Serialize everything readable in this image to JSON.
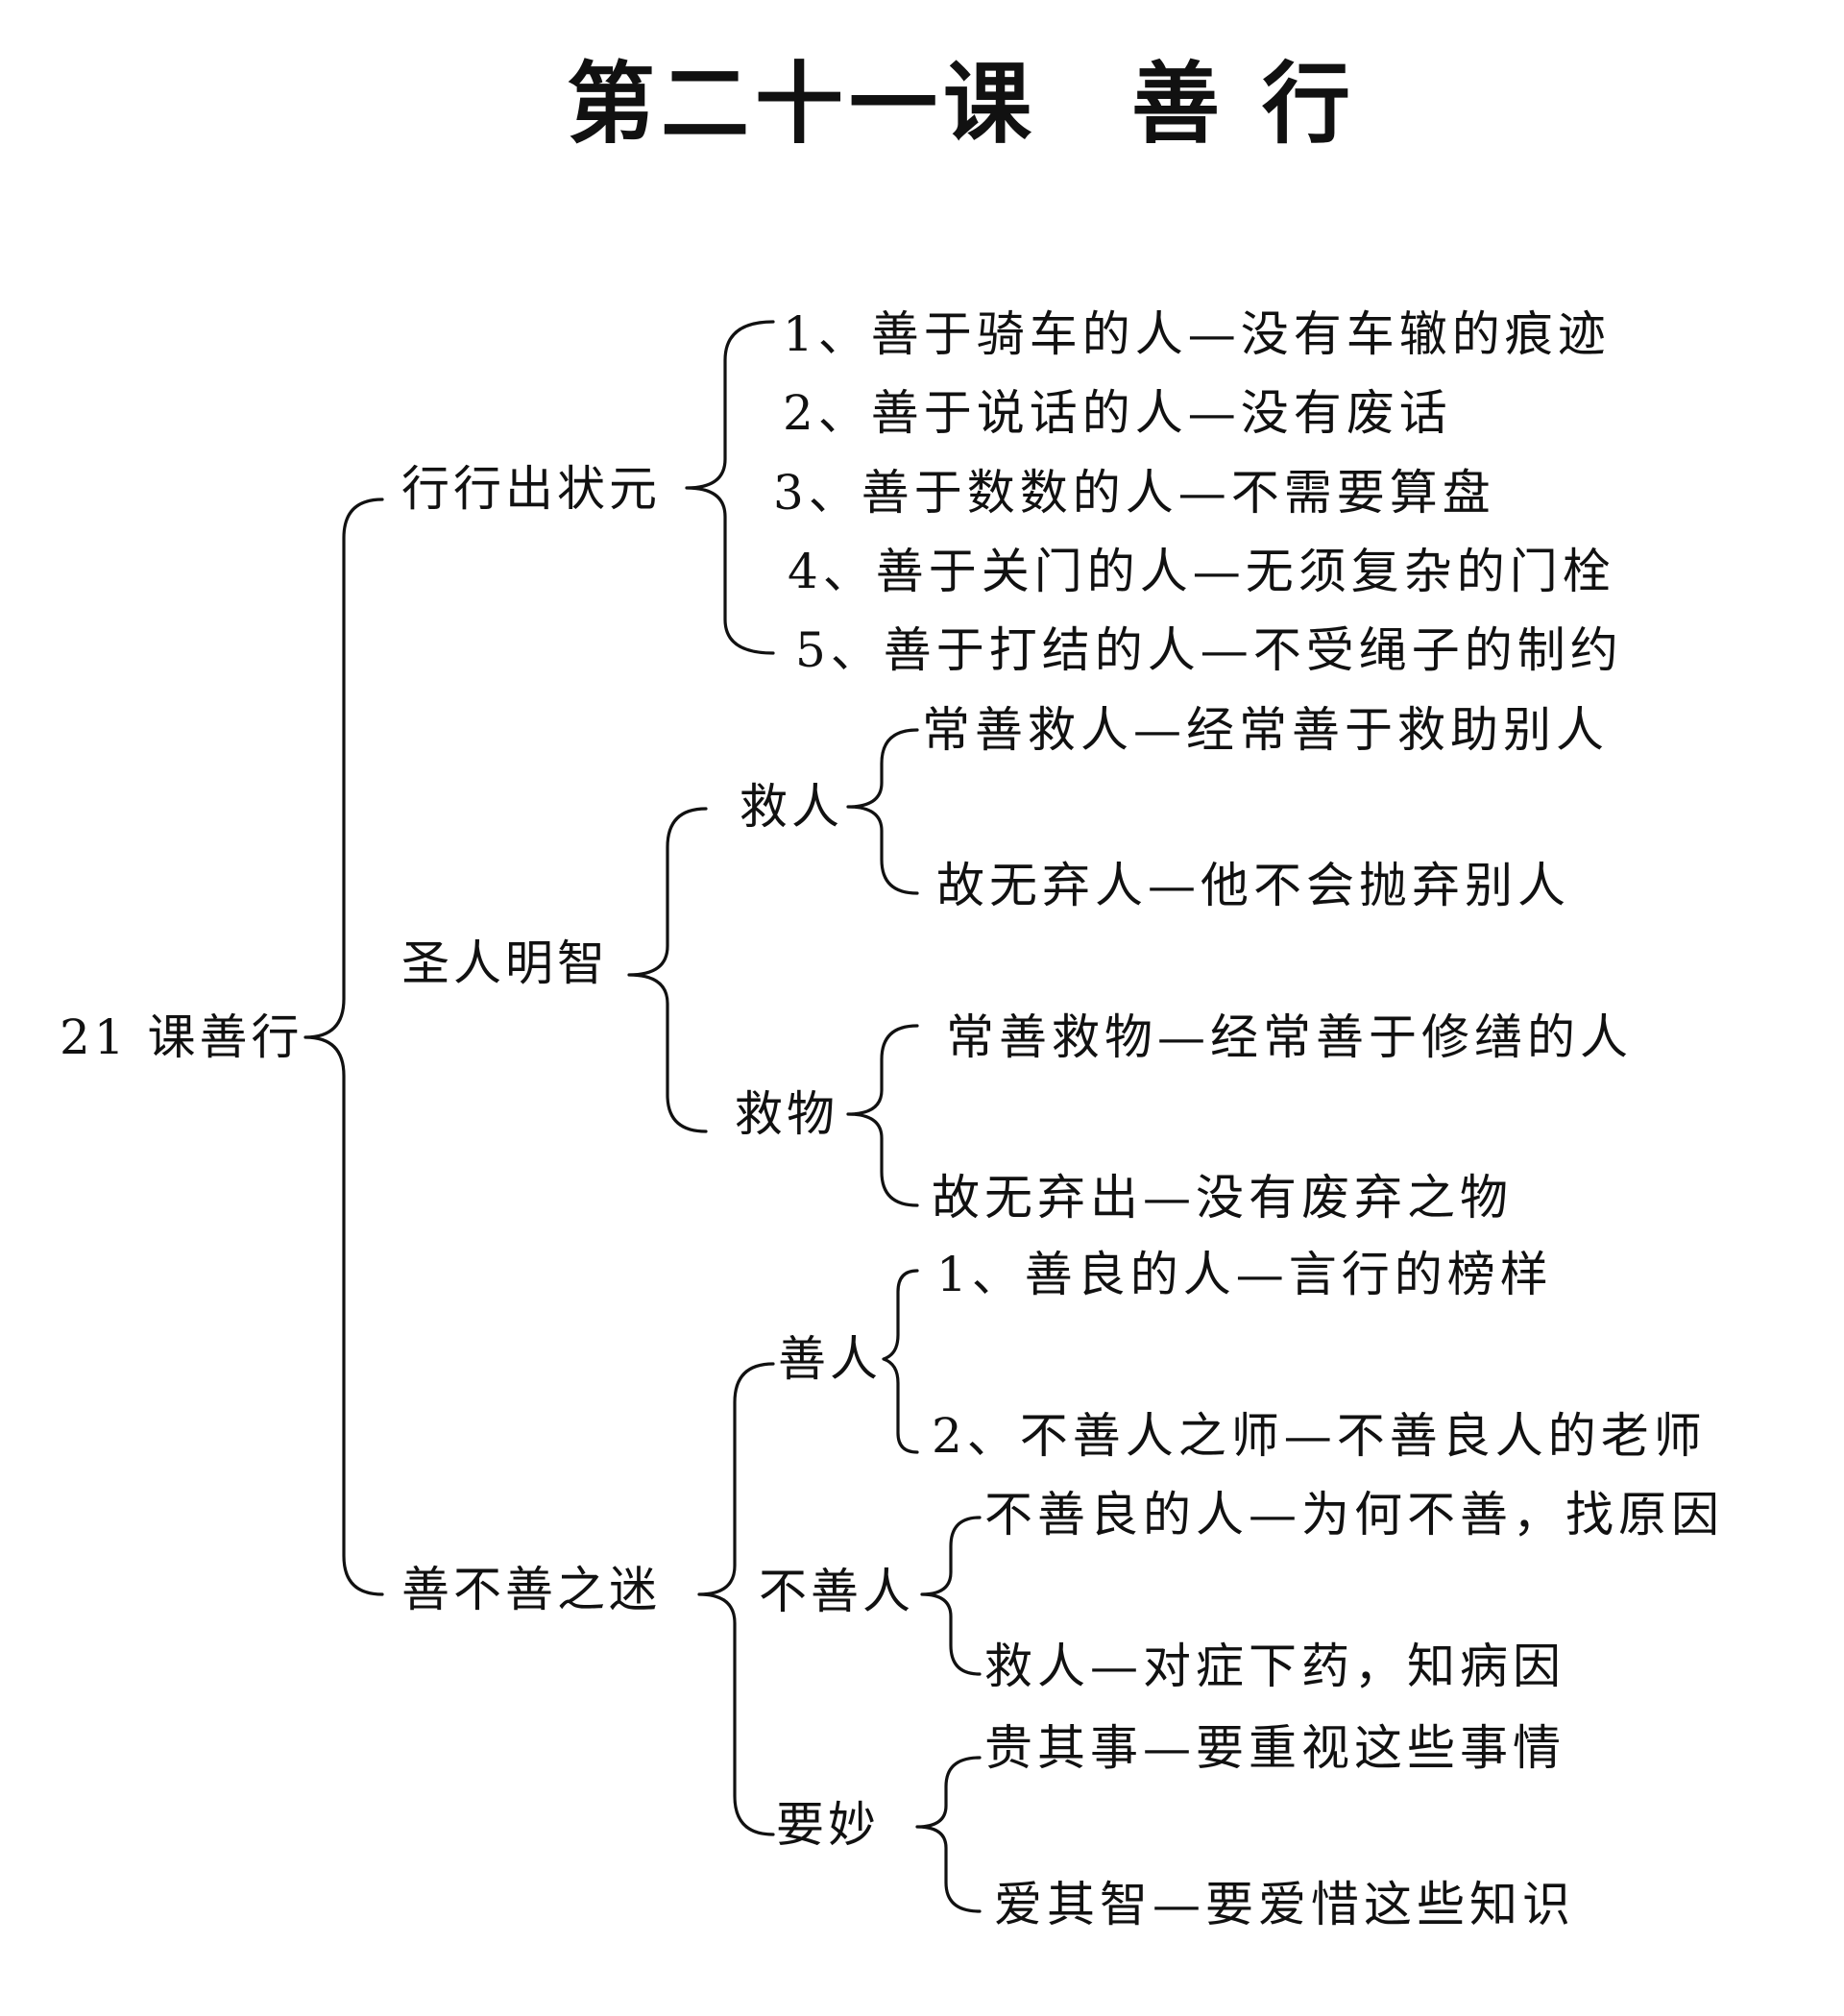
{
  "title": "第二十一课　善 行",
  "root": "21 课善行",
  "branches": [
    {
      "label": "行行出状元",
      "items": [
        "1、善于骑车的人—没有车辙的痕迹",
        "2、善于说话的人—没有废话",
        "3、善于数数的人—不需要算盘",
        "4、善于关门的人—无须复杂的门栓",
        "5、善于打结的人—不受绳子的制约"
      ]
    },
    {
      "label": "圣人明智",
      "groups": [
        {
          "label": "救人",
          "items": [
            "常善救人—经常善于救助别人",
            "故无弃人—他不会抛弃别人"
          ]
        },
        {
          "label": "救物",
          "items": [
            "常善救物—经常善于修缮的人",
            "故无弃出—没有废弃之物"
          ]
        }
      ]
    },
    {
      "label": "善不善之迷",
      "groups": [
        {
          "label": "善人",
          "items": [
            "1、善良的人—言行的榜样",
            "2、不善人之师—不善良人的老师"
          ]
        },
        {
          "label": "不善人",
          "items": [
            "不善良的人—为何不善，找原因",
            "救人—对症下药，知病因"
          ]
        },
        {
          "label": "要妙",
          "items": [
            "贵其事—要重视这些事情",
            "爱其智—要爱惜这些知识"
          ]
        }
      ]
    }
  ]
}
